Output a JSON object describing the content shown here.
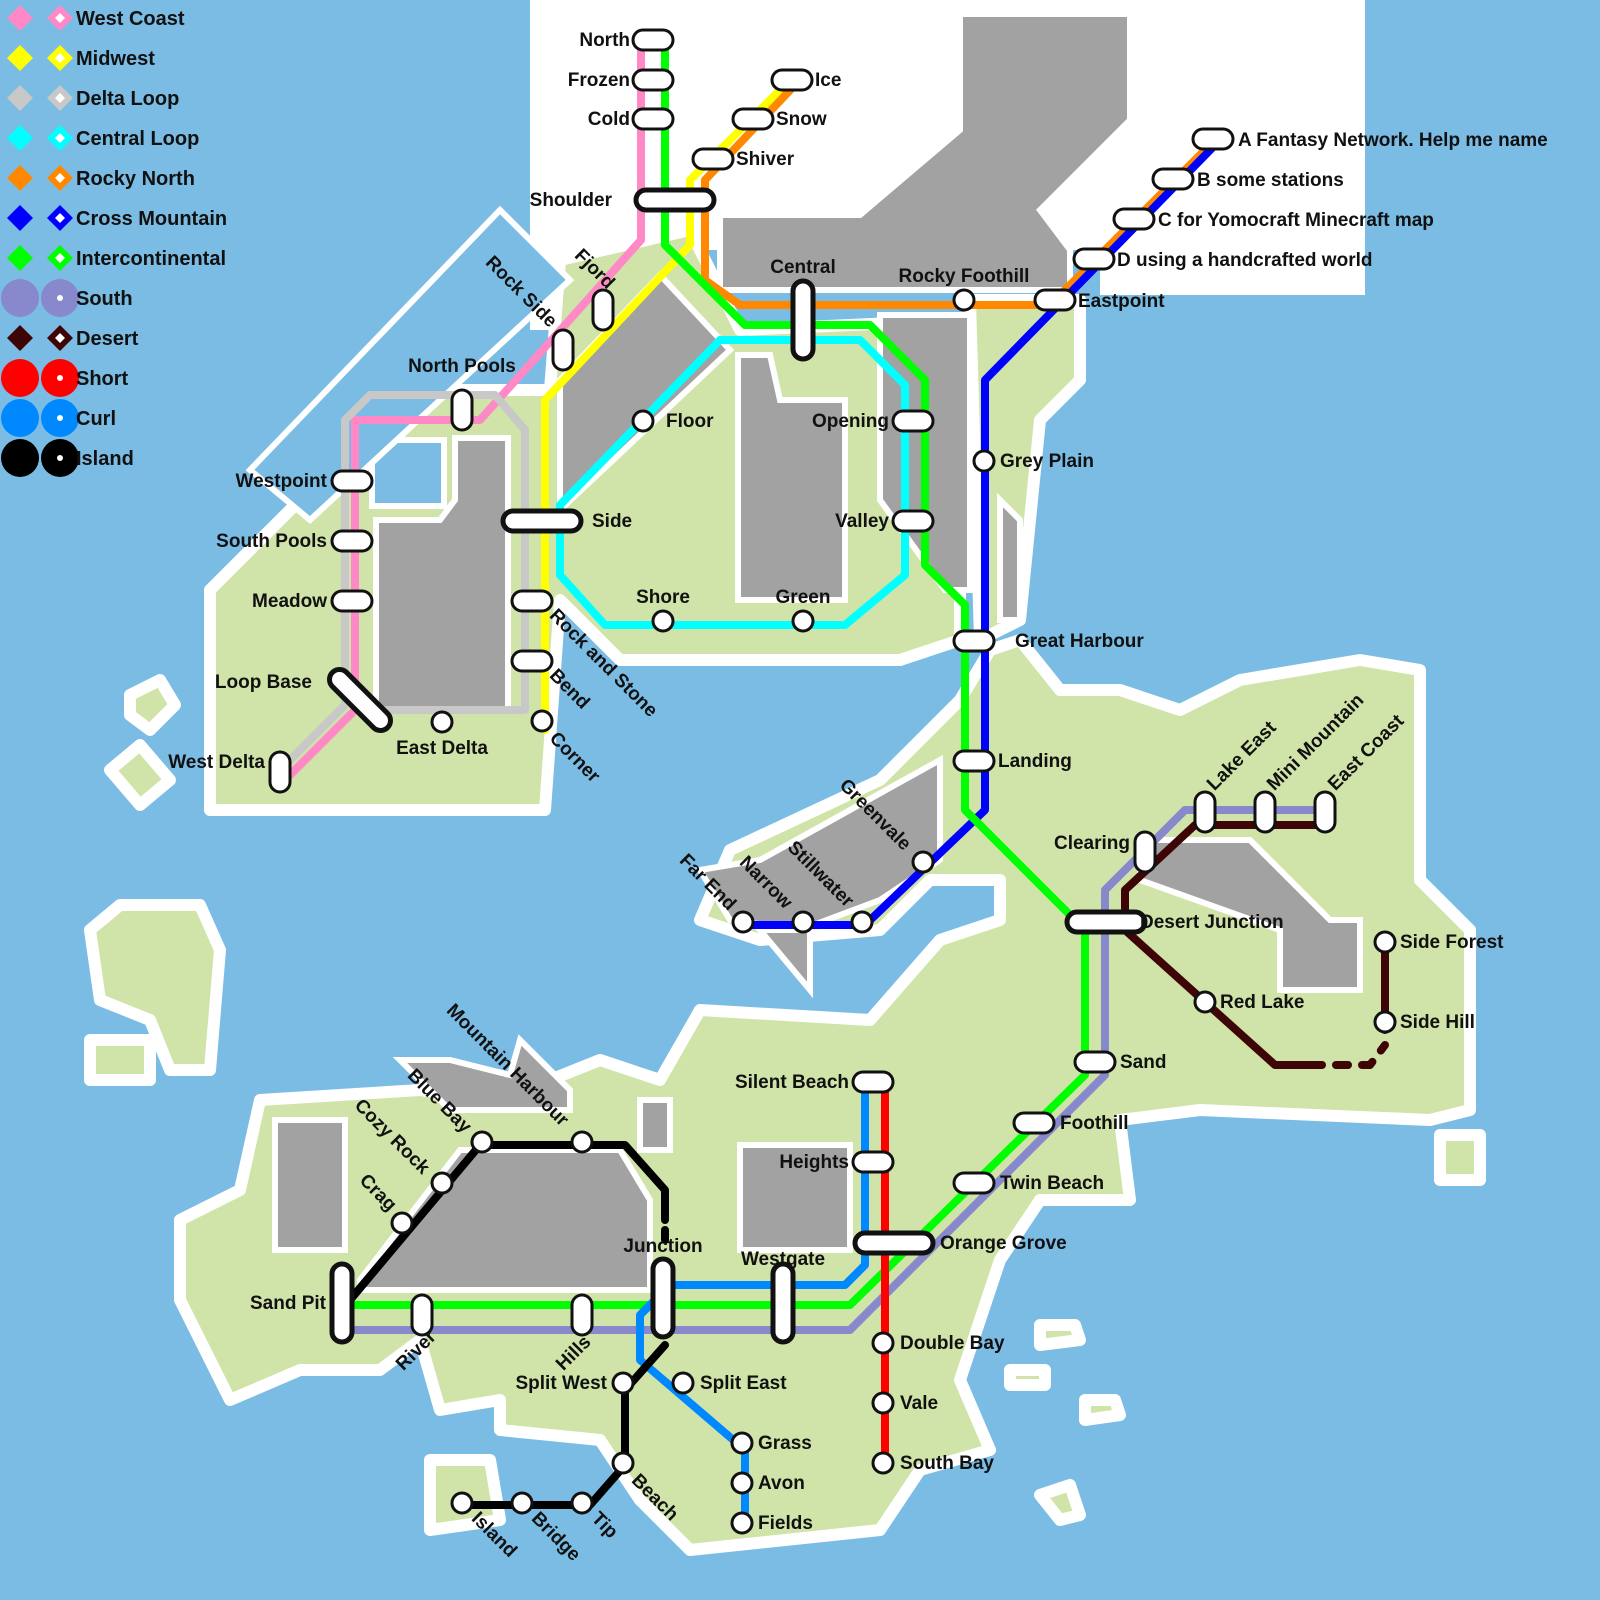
{
  "colors": {
    "water": "#7bbce5",
    "land": "#d0e3a8",
    "built": "#a2a2a2",
    "snow": "#ffffff",
    "station_fill": "#ffffff",
    "station_stroke": "#111111"
  },
  "legend": [
    {
      "label": "West Coast",
      "color": "#ff88c6",
      "style": "diamond"
    },
    {
      "label": "Midwest",
      "color": "#ffff00",
      "style": "diamond"
    },
    {
      "label": "Delta Loop",
      "color": "#c8c8c8",
      "style": "diamond"
    },
    {
      "label": "Central Loop",
      "color": "#00ffff",
      "style": "diamond"
    },
    {
      "label": "Rocky North",
      "color": "#ff8800",
      "style": "diamond"
    },
    {
      "label": "Cross Mountain",
      "color": "#0000ff",
      "style": "diamond"
    },
    {
      "label": "Intercontinental",
      "color": "#00ff00",
      "style": "diamond"
    },
    {
      "label": "South",
      "color": "#8888cc",
      "style": "circle"
    },
    {
      "label": "Desert",
      "color": "#3d0505",
      "style": "diamond"
    },
    {
      "label": "Short",
      "color": "#ff0000",
      "style": "circle"
    },
    {
      "label": "Curl",
      "color": "#0088ff",
      "style": "circle"
    },
    {
      "label": "Island",
      "color": "#000000",
      "style": "circle"
    }
  ],
  "stations": [
    {
      "name": "North"
    },
    {
      "name": "Frozen"
    },
    {
      "name": "Cold"
    },
    {
      "name": "Ice"
    },
    {
      "name": "Snow"
    },
    {
      "name": "Shiver"
    },
    {
      "name": "Shoulder"
    },
    {
      "name": "A Fantasy Network. Help me name"
    },
    {
      "name": "B some stations"
    },
    {
      "name": "C for Yomocraft Minecraft map"
    },
    {
      "name": "D using a handcrafted world"
    },
    {
      "name": "Central"
    },
    {
      "name": "Rocky Foothill"
    },
    {
      "name": "Eastpoint"
    },
    {
      "name": "Fjord"
    },
    {
      "name": "Rock Side"
    },
    {
      "name": "North Pools"
    },
    {
      "name": "Floor"
    },
    {
      "name": "Opening"
    },
    {
      "name": "Grey Plain"
    },
    {
      "name": "Westpoint"
    },
    {
      "name": "South Pools"
    },
    {
      "name": "Meadow"
    },
    {
      "name": "Side"
    },
    {
      "name": "Valley"
    },
    {
      "name": "Shore"
    },
    {
      "name": "Green"
    },
    {
      "name": "Rock and Stone"
    },
    {
      "name": "Bend"
    },
    {
      "name": "Corner"
    },
    {
      "name": "Loop Base"
    },
    {
      "name": "West Delta"
    },
    {
      "name": "East Delta"
    },
    {
      "name": "Great Harbour"
    },
    {
      "name": "Landing"
    },
    {
      "name": "Greenvale"
    },
    {
      "name": "Stillwater"
    },
    {
      "name": "Narrow"
    },
    {
      "name": "Far End"
    },
    {
      "name": "Lake East"
    },
    {
      "name": "Mini Mountain"
    },
    {
      "name": "East Coast"
    },
    {
      "name": "Clearing"
    },
    {
      "name": "Desert Junction"
    },
    {
      "name": "Side Forest"
    },
    {
      "name": "Red Lake"
    },
    {
      "name": "Side Hill"
    },
    {
      "name": "Sand"
    },
    {
      "name": "Foothill"
    },
    {
      "name": "Twin Beach"
    },
    {
      "name": "Orange Grove"
    },
    {
      "name": "Silent Beach"
    },
    {
      "name": "Heights"
    },
    {
      "name": "Mountain Harbour"
    },
    {
      "name": "Blue Bay"
    },
    {
      "name": "Cozy Rock"
    },
    {
      "name": "Crag"
    },
    {
      "name": "Junction"
    },
    {
      "name": "Westgate"
    },
    {
      "name": "Sand Pit"
    },
    {
      "name": "River"
    },
    {
      "name": "Hills"
    },
    {
      "name": "Double Bay"
    },
    {
      "name": "Vale"
    },
    {
      "name": "South Bay"
    },
    {
      "name": "Split West"
    },
    {
      "name": "Split East"
    },
    {
      "name": "Grass"
    },
    {
      "name": "Avon"
    },
    {
      "name": "Fields"
    },
    {
      "name": "Beach"
    },
    {
      "name": "Tip"
    },
    {
      "name": "Bridge"
    },
    {
      "name": "Island"
    }
  ]
}
